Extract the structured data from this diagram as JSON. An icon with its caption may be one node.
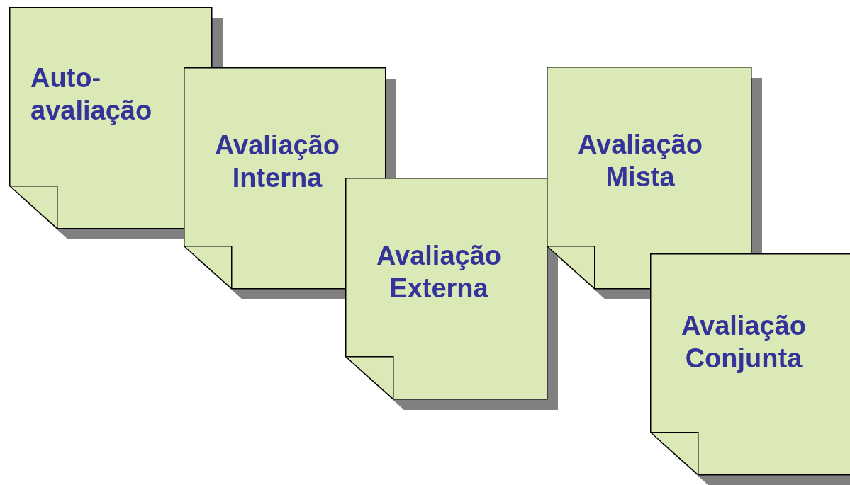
{
  "diagram": {
    "nodes": [
      {
        "text": [
          "Auto- avaliação"
        ]
      },
      {
        "text": [
          "Avaliação Interna"
        ]
      },
      {
        "text": [
          "Avaliação Externa"
        ]
      },
      {
        "text": [
          "Avaliação Mista"
        ]
      },
      {
        "text": [
          "Avaliação Conjunta"
        ]
      }
    ]
  }
}
